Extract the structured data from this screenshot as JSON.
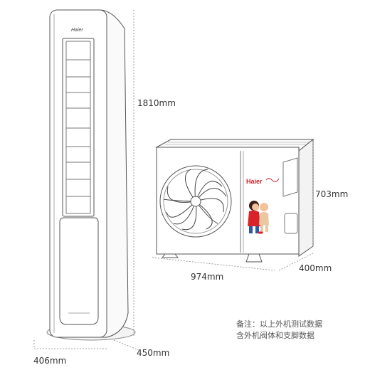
{
  "dimensions": {
    "indoor_height": "1810mm",
    "indoor_width": "406mm",
    "indoor_depth": "450mm",
    "outdoor_height": "703mm",
    "outdoor_width": "974mm",
    "outdoor_depth": "400mm"
  },
  "brand": {
    "indoor_logo": "Haier",
    "outdoor_logo": "Haier"
  },
  "note": {
    "line1": "备注：以上外机测试数据",
    "line2": "含外机阀体和支脚数据"
  },
  "colors": {
    "line": "#555555",
    "dimension_line": "#888888",
    "brand_red": "#d0202a",
    "mascot_red": "#d8232a"
  }
}
